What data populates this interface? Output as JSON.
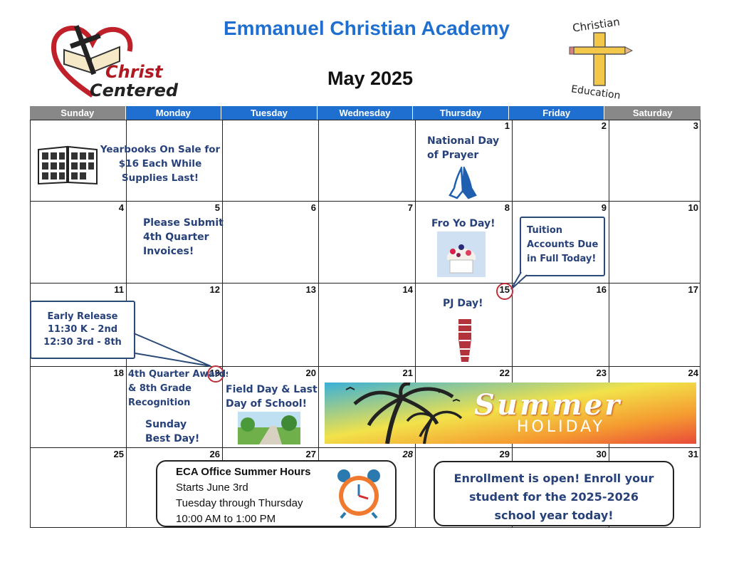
{
  "header": {
    "school_name": "Emmanuel Christian Academy",
    "month_year": "May  2025",
    "logo_left": {
      "line1": "Christ",
      "line2": "Centered"
    },
    "logo_right": {
      "top_word": "Christian",
      "bottom_word": "Education"
    }
  },
  "calendar": {
    "weekdays": [
      "Sunday",
      "Monday",
      "Tuesday",
      "Wednesday",
      "Thursday",
      "Friday",
      "Saturday"
    ],
    "days": {
      "d1": "1",
      "d2": "2",
      "d3": "3",
      "d4": "4",
      "d5": "5",
      "d6": "6",
      "d7": "7",
      "d8": "8",
      "d9": "9",
      "d10": "10",
      "d11": "11",
      "d12": "12",
      "d13": "13",
      "d14": "14",
      "d15": "15",
      "d16": "16",
      "d17": "17",
      "d18": "18",
      "d19": "19",
      "d20": "20",
      "d21": "21",
      "d22": "22",
      "d23": "23",
      "d24": "24",
      "d25": "25",
      "d26": "26",
      "d27": "27",
      "d28": "28",
      "d29": "29",
      "d30": "30",
      "d31": "31"
    }
  },
  "events": {
    "yearbooks": [
      "Yearbooks On Sale for",
      "$16 Each While",
      "Supplies Last!"
    ],
    "prayer": [
      "National Day",
      "of Prayer"
    ],
    "invoices": [
      "Please Submit",
      "4th Quarter",
      "Invoices!"
    ],
    "froyo": "Fro Yo Day!",
    "tuition": [
      "Tuition",
      "Accounts Due",
      "in Full Today!"
    ],
    "pj_day": "PJ Day!",
    "early_release": [
      "Early Release",
      "11:30 K - 2nd",
      "12:30 3rd - 8th"
    ],
    "awards": [
      "4th Quarter Awards",
      "& 8th Grade",
      "Recognition"
    ],
    "sunday_best": [
      "Sunday",
      "Best Day!"
    ],
    "field_day": [
      "Field Day & Last",
      "Day of School!"
    ],
    "summer_banner": {
      "word1": "Summer",
      "word2": "HOLIDAY"
    }
  },
  "office_hours": {
    "title": "ECA Office Summer Hours",
    "lines": [
      "Starts June 3rd",
      "Tuesday through Thursday",
      "10:00 AM to 1:00 PM"
    ]
  },
  "enrollment": {
    "lines": [
      "Enrollment is open! Enroll your",
      "student for the 2025-2026",
      "school year today!"
    ]
  },
  "colors": {
    "accent_blue": "#1f6fd0",
    "weekend_gray": "#888888",
    "note_text": "#27417a",
    "circle_red": "#c0303a"
  }
}
